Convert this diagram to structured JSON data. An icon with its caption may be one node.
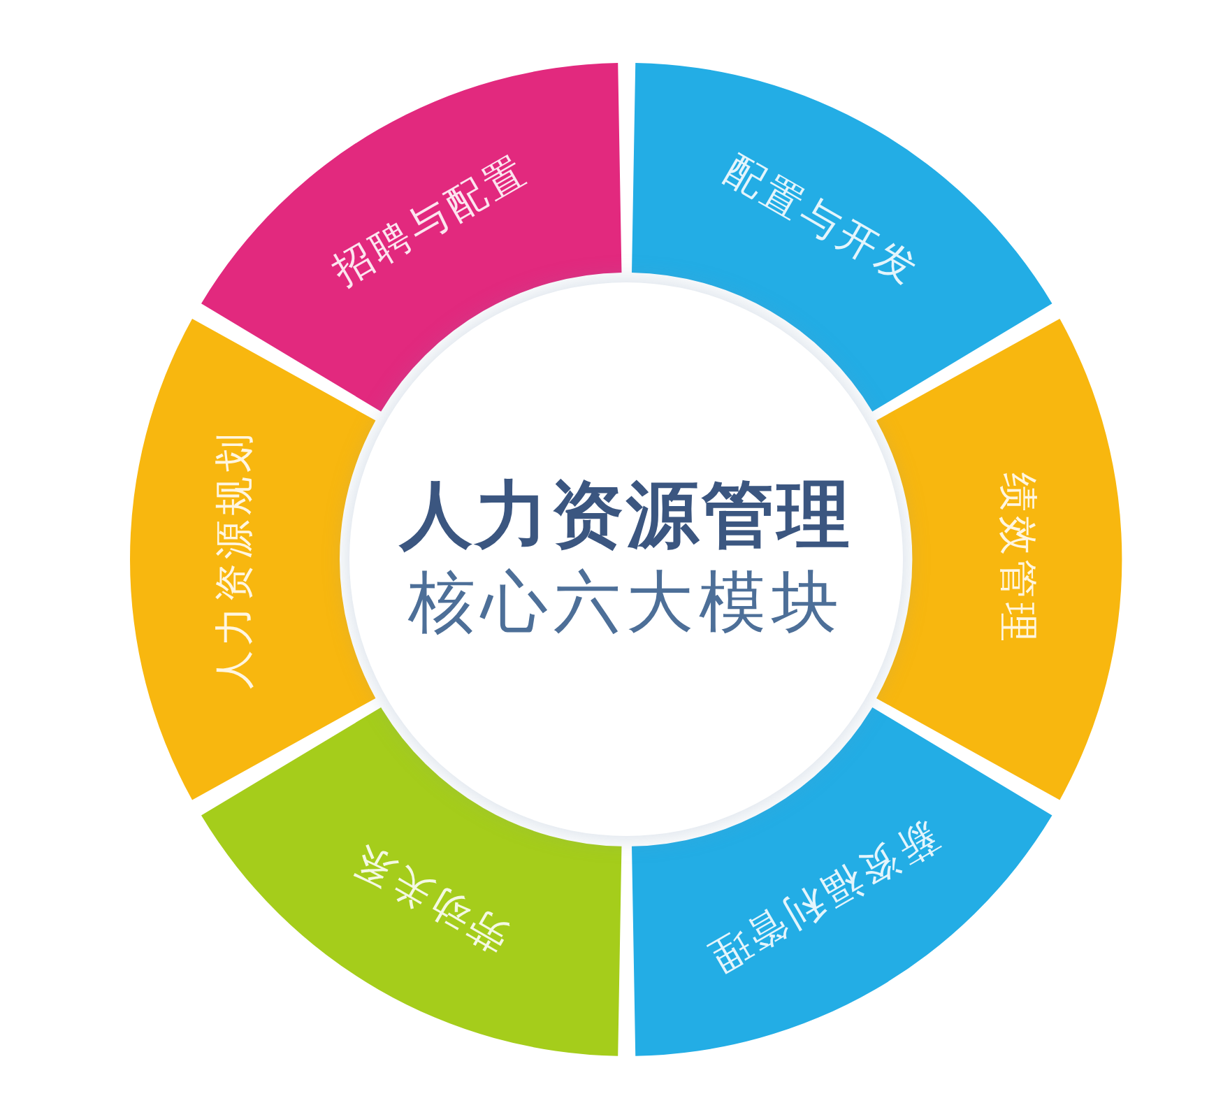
{
  "diagram": {
    "nodes": [
      {
        "text": [
          "招聘与配置"
        ]
      },
      {
        "text": [
          "配置与开发"
        ]
      },
      {
        "text": [
          "人力资源规划"
        ]
      },
      {
        "text": [
          "人力资源管理",
          "核心六大模块"
        ]
      },
      {
        "text": [
          "绩效管理"
        ]
      },
      {
        "text": [
          "劳动关系"
        ]
      },
      {
        "text": [
          "薪资福利管理"
        ]
      }
    ]
  }
}
